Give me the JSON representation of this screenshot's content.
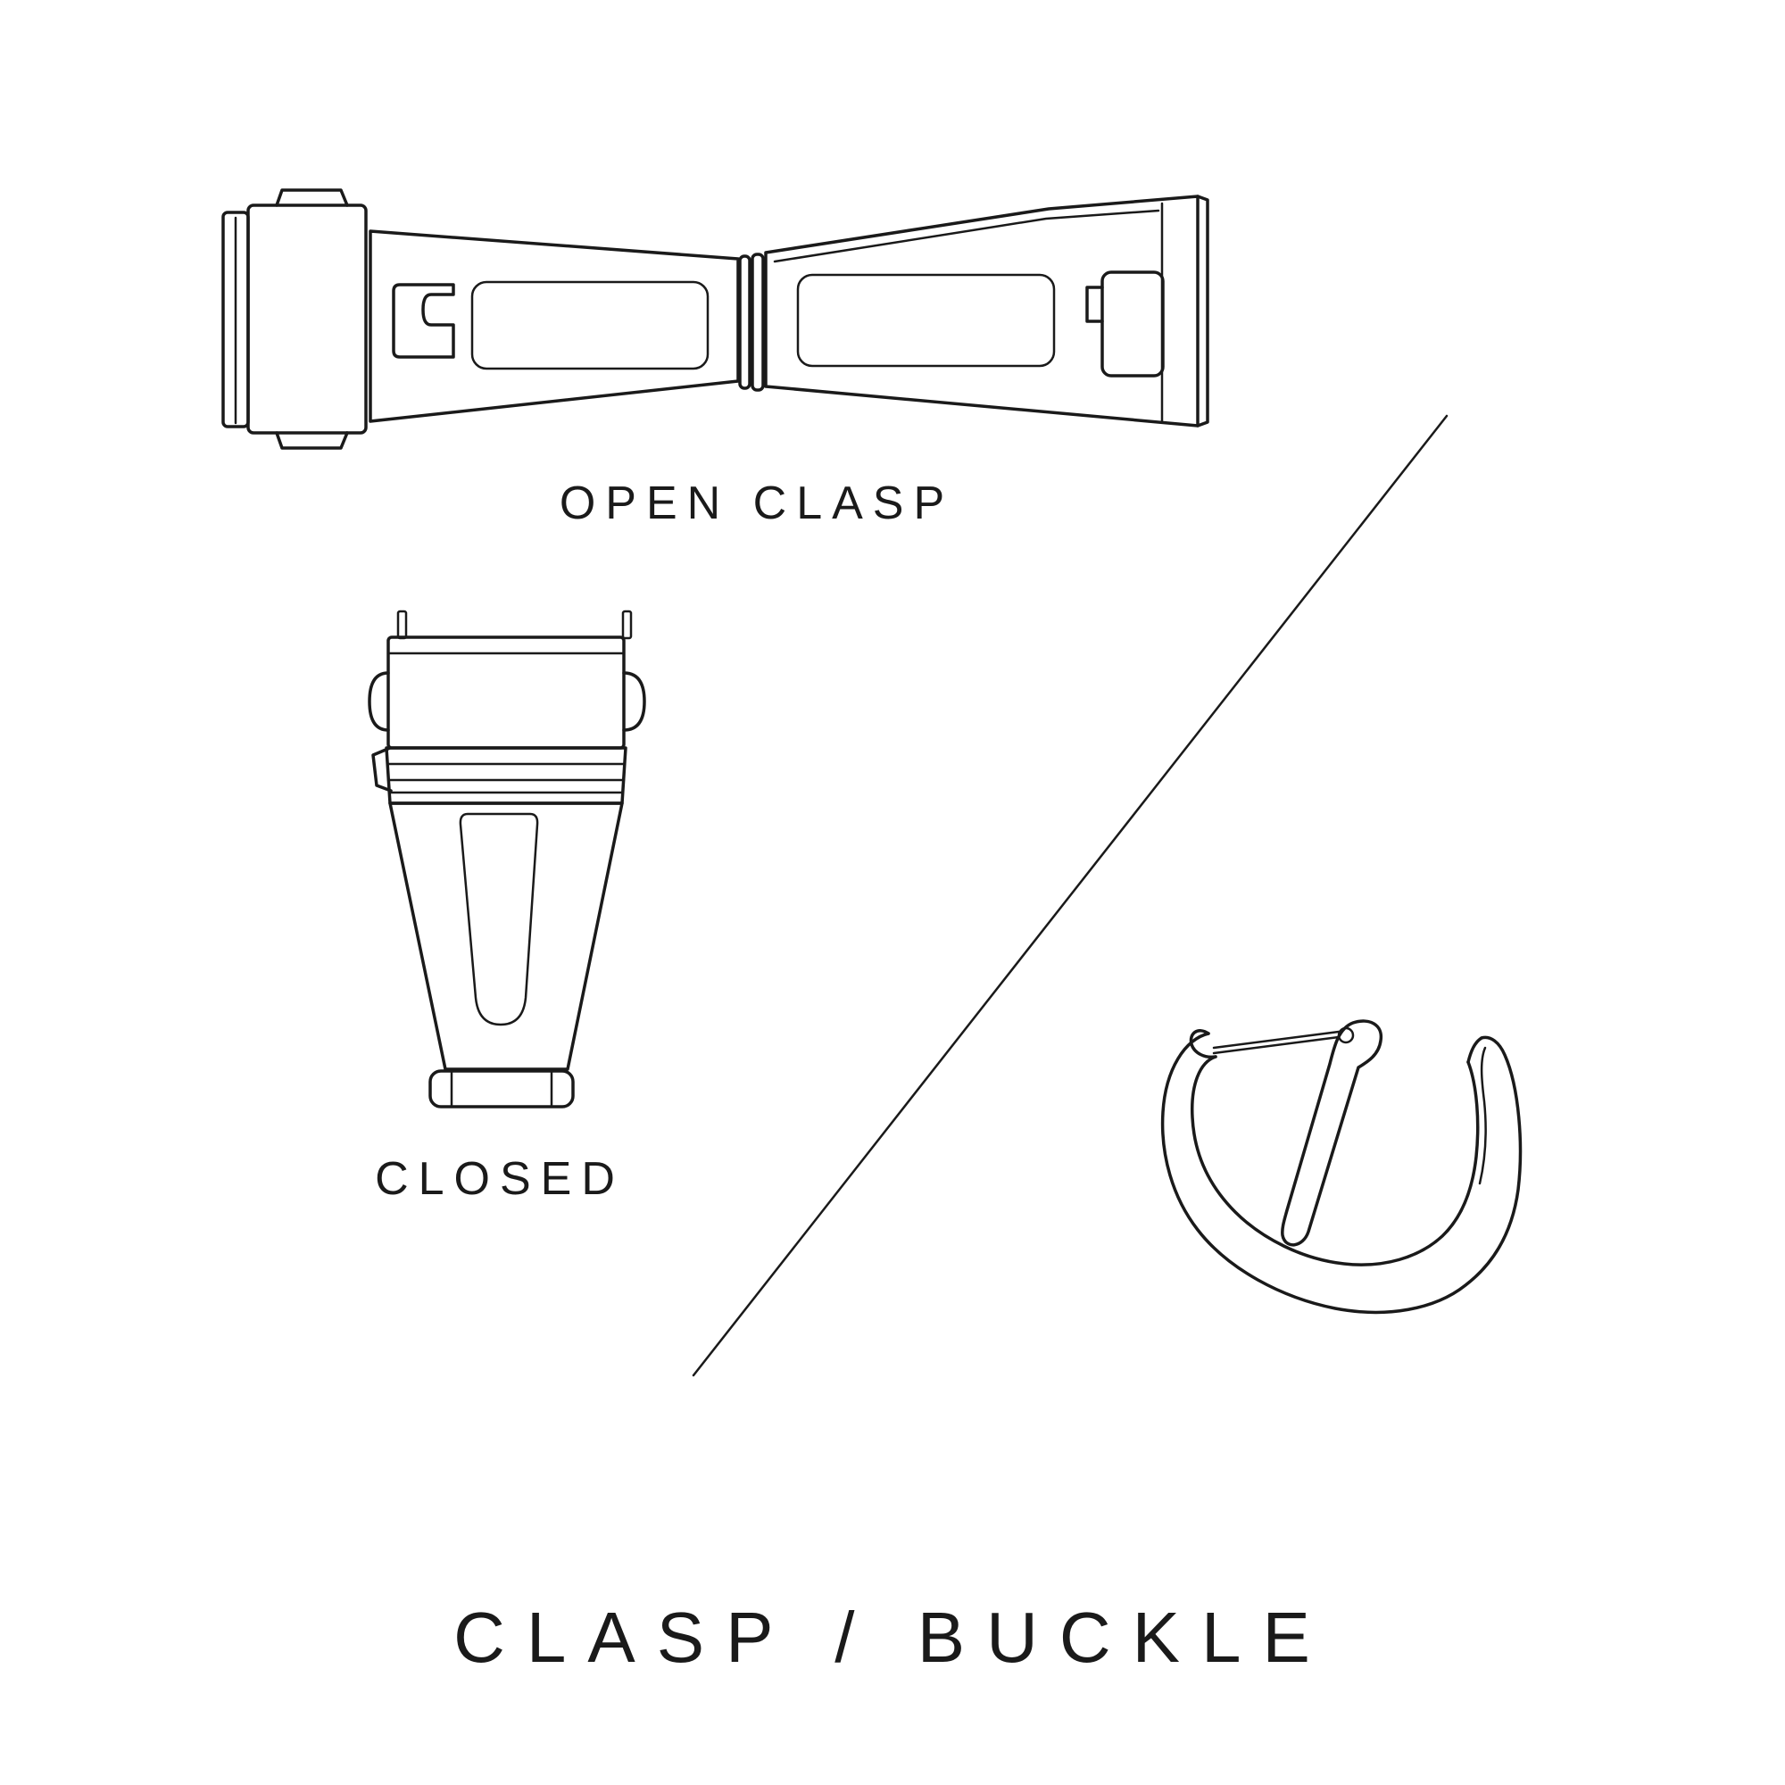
{
  "page": {
    "background": "#ffffff",
    "ink": "#1a1a1a"
  },
  "labels": {
    "open_clasp": "OPEN CLASP",
    "closed": "CLOSED",
    "title": "CLASP / BUCKLE"
  },
  "figures": {
    "open_clasp": "open-clasp-illustration",
    "closed_clasp": "closed-clasp-illustration",
    "buckle": "buckle-illustration",
    "divider": "diagonal-divider-line"
  }
}
